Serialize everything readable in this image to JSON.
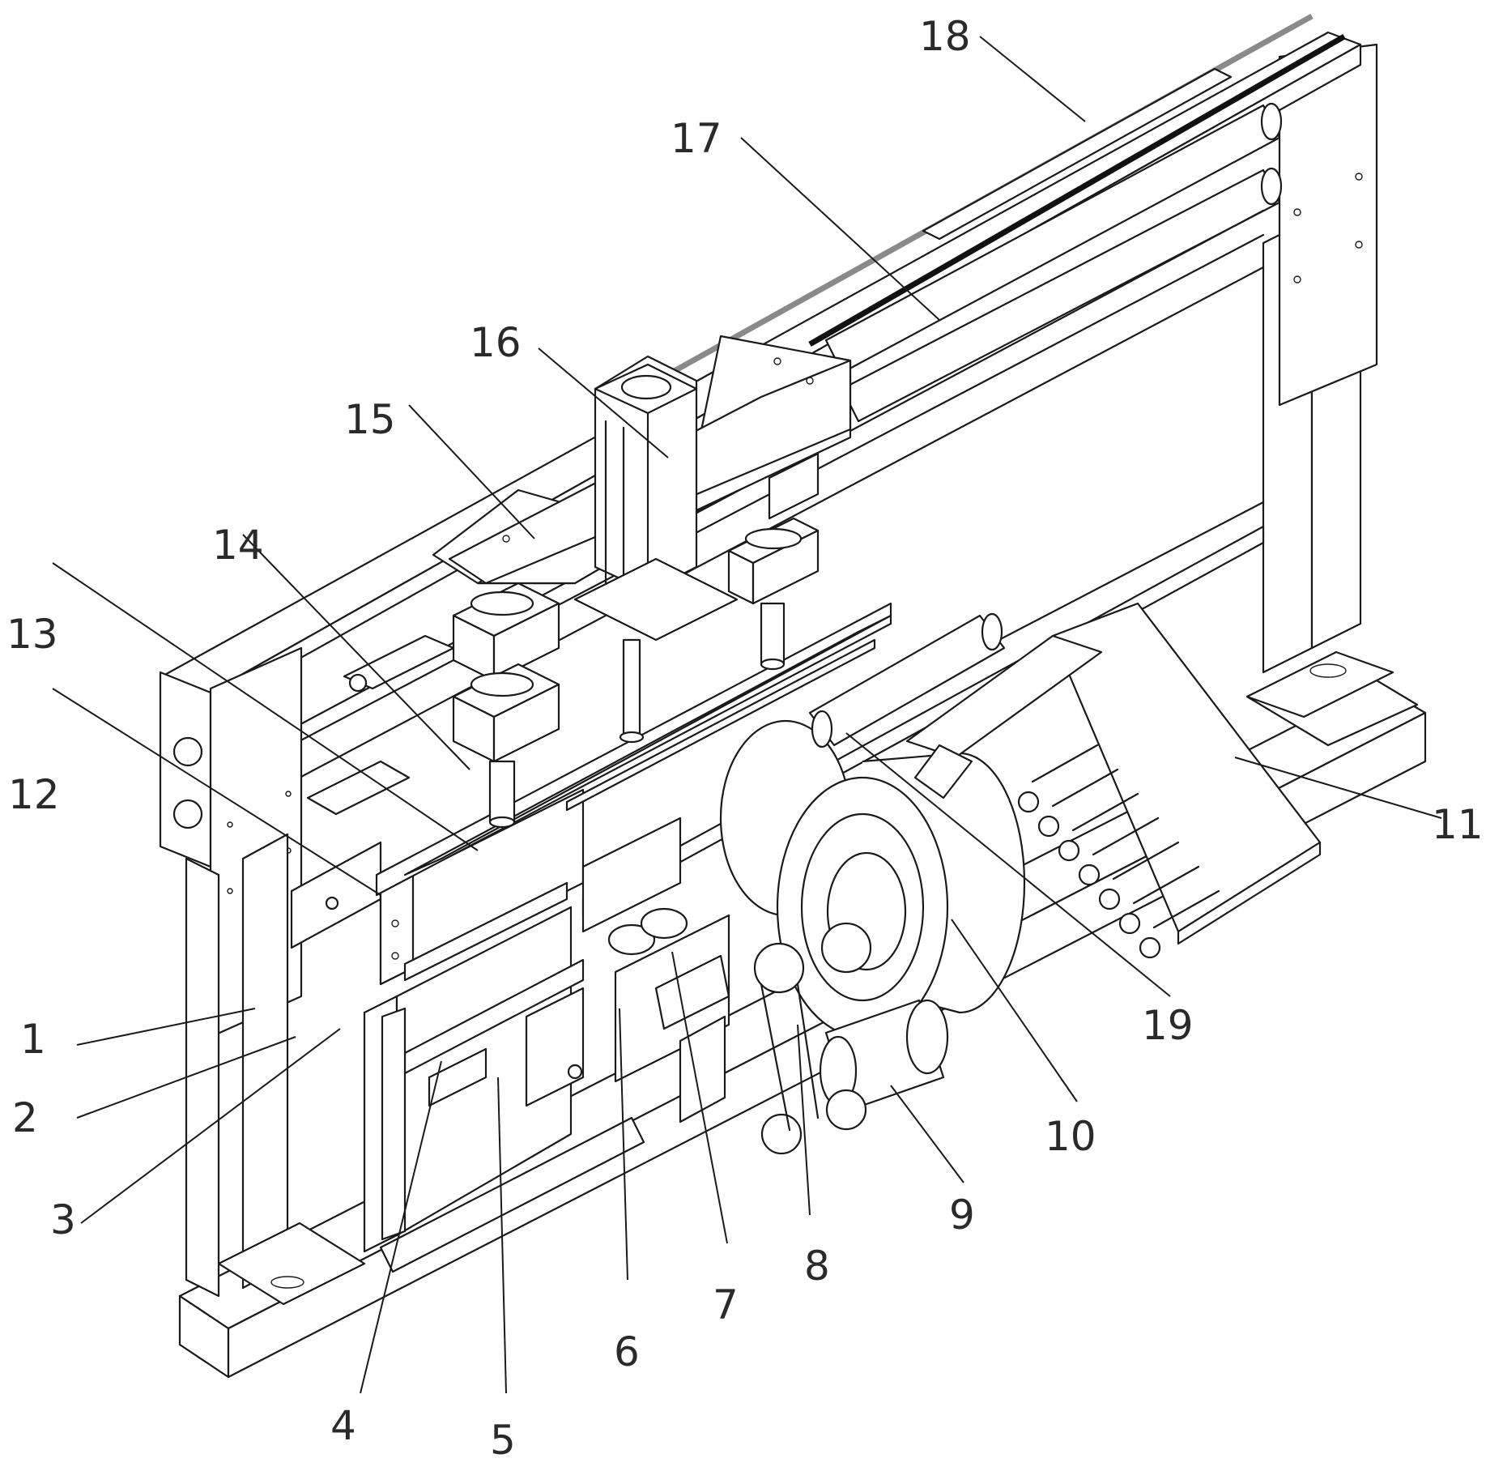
{
  "figure": {
    "labels": [
      {
        "id": "1",
        "text": "1"
      },
      {
        "id": "2",
        "text": "2"
      },
      {
        "id": "3",
        "text": "3"
      },
      {
        "id": "4",
        "text": "4"
      },
      {
        "id": "5",
        "text": "5"
      },
      {
        "id": "6",
        "text": "6"
      },
      {
        "id": "7",
        "text": "7"
      },
      {
        "id": "8",
        "text": "8"
      },
      {
        "id": "9",
        "text": "9"
      },
      {
        "id": "10",
        "text": "10"
      },
      {
        "id": "11",
        "text": "11"
      },
      {
        "id": "12",
        "text": "12"
      },
      {
        "id": "13",
        "text": "13"
      },
      {
        "id": "14",
        "text": "14"
      },
      {
        "id": "15",
        "text": "15"
      },
      {
        "id": "16",
        "text": "16"
      },
      {
        "id": "17",
        "text": "17"
      },
      {
        "id": "18",
        "text": "18"
      },
      {
        "id": "19",
        "text": "19"
      }
    ]
  }
}
